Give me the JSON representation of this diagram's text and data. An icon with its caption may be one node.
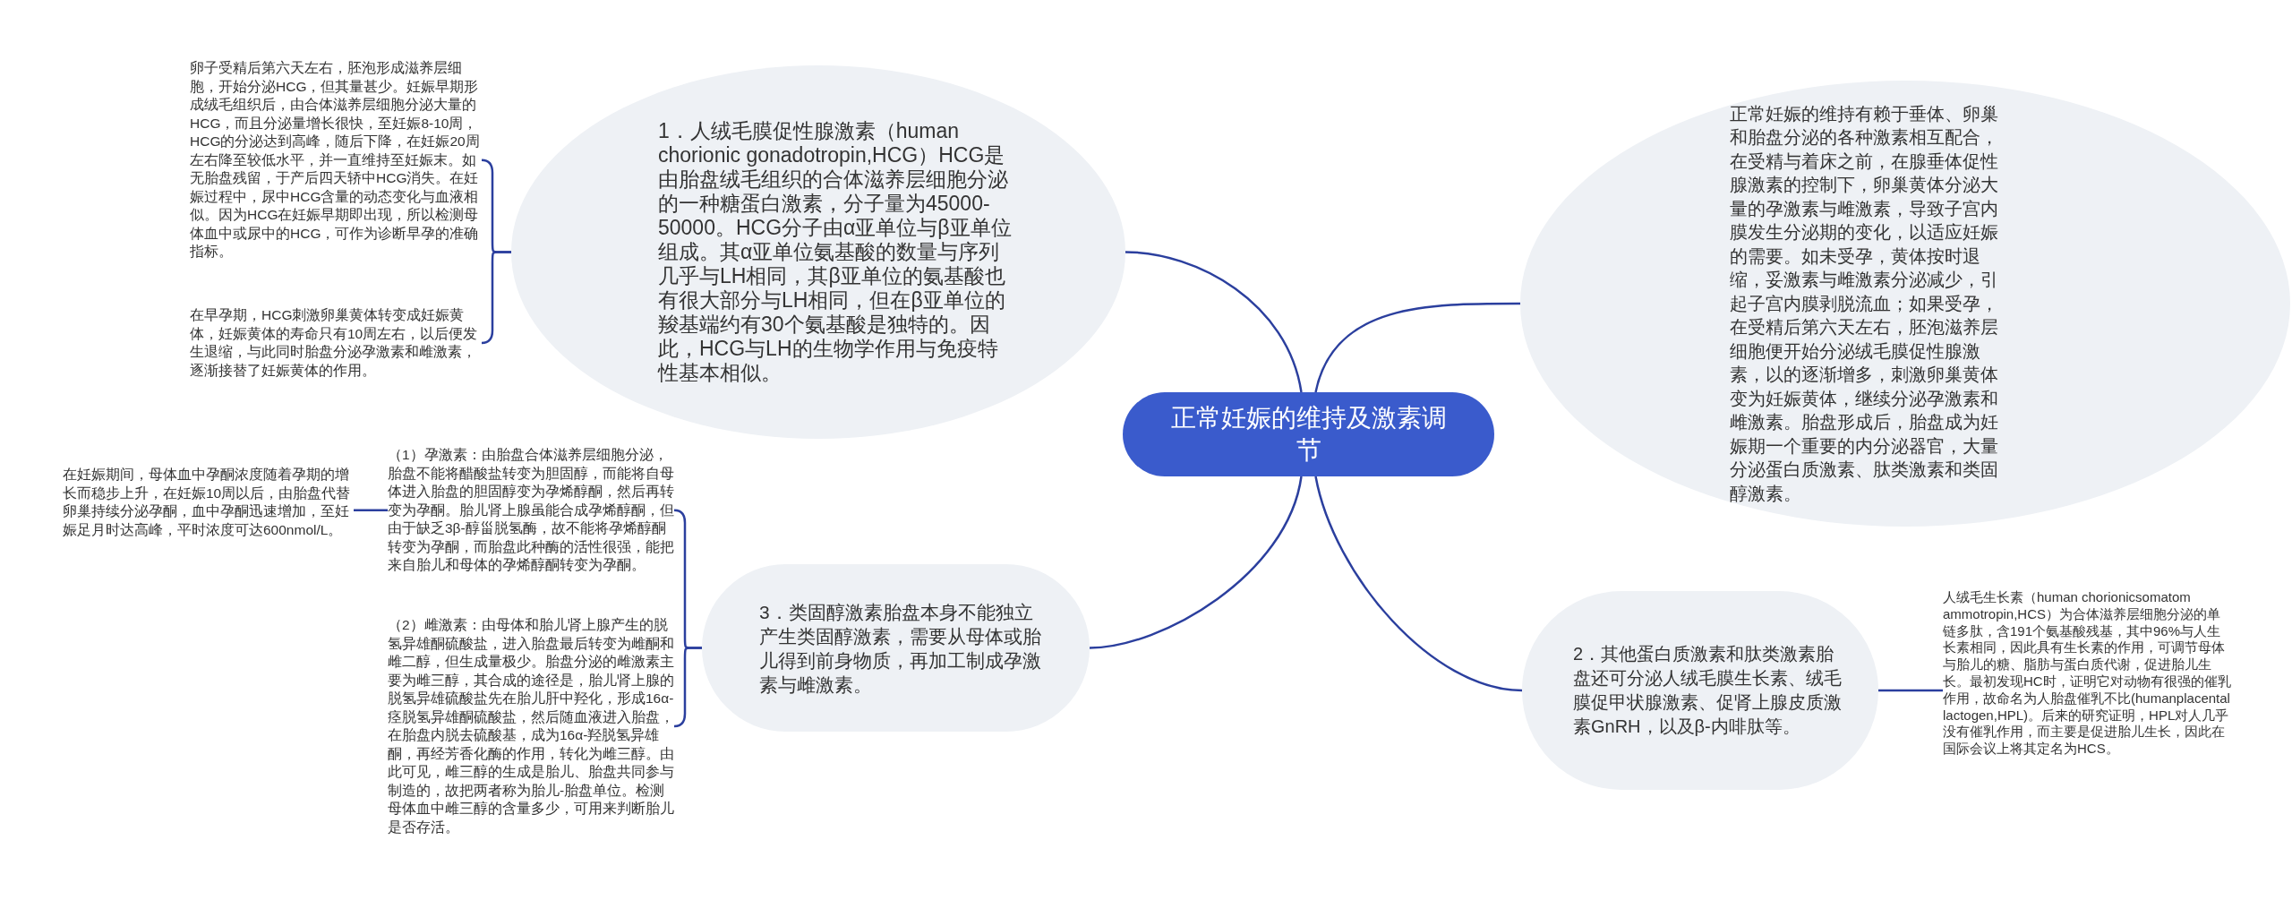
{
  "diagram": {
    "nodes": [
      {
        "text": [
          "正常妊娠的维持及激素调节"
        ]
      },
      {
        "text": [
          "1．人绒毛膜促性腺激素（human chorionic gonadotropin,HCG）HCG是由胎盘绒毛组织的合体滋养层细胞分泌的一种糖蛋白激素，分子量为45000-50000。HCG分子由α亚单位与β亚单位组成。其α亚单位氨基酸的数量与序列几乎与LH相同，其β亚单位的氨基酸也有很大部分与LH相同，但在β亚单位的羧基端约有30个氨基酸是独特的。因此，HCG与LH的生物学作用与免疫特性基本相似。"
        ]
      },
      {
        "text": [
          "卵子受精后第六天左右，胚泡形成滋养层细胞，开始分泌HCG，但其量甚少。妊娠早期形成绒毛组织后，由合体滋养层细胞分泌大量的HCG，而且分泌量增长很快，至妊娠8-10周，HCG的分泌达到高峰，随后下降，在妊娠20周左右降至较低水平，并一直维持至妊娠末。如无胎盘残留，于产后四天轿中HCG消失。在妊娠过程中，尿中HCG含量的动态变化与血液相似。因为HCG在妊娠早期即出现，所以检测母体血中或尿中的HCG，可作为诊断早孕的准确指标。"
        ]
      },
      {
        "text": [
          "在早孕期，HCG刺激卵巢黄体转变成妊娠黄体，妊娠黄体的寿命只有10周左右，以后便发生退缩，与此同时胎盘分泌孕激素和雌激素，逐渐接替了妊娠黄体的作用。"
        ]
      },
      {
        "text": [
          "正常妊娠的维持有赖于垂体、卵巢和胎盘分泌的各种激素相互配合，在受精与着床之前，在腺垂体促性腺激素的控制下，卵巢黄体分泌大量的孕激素与雌激素，导致子宫内膜发生分泌期的变化，以适应妊娠的需要。如未受孕，黄体按时退缩，妥激素与雌激素分泌减少，引起子宫内膜剥脱流血；如果受孕，在受精后第六天左右，胚泡滋养层细胞便开始分泌绒毛膜促性腺激素，以的逐渐增多，刺激卵巢黄体变为妊娠黄体，继续分泌孕激素和雌激素。胎盘形成后，胎盘成为妊娠期一个重要的内分泌器官，大量分泌蛋白质激素、肽类激素和类固醇激素。"
        ]
      },
      {
        "text": [
          "2．其他蛋白质激素和肽类激素胎盘还可分泌人绒毛膜生长素、绒毛膜促甲状腺激素、促肾上腺皮质激素GnRH，以及β-内啡肽等。"
        ]
      },
      {
        "text": [
          "人绒毛生长素（human chorionicsomatom ammotropin,HCS）为合体滋养层细胞分泌的单链多肽，含191个氨基酸残基，其中96%与人生长素相同，因此具有生长素的作用，可调节母体与胎儿的糖、脂肪与蛋白质代谢，促进胎儿生长。最初发现HC时，证明它对动物有很强的催乳作用，故命名为人胎盘催乳不比(humanplacental lactogen,HPL)。后来的研究证明，HPL对人几乎没有催乳作用，而主要是促进胎儿生长，因此在国际会议上将其定名为HCS。"
        ]
      },
      {
        "text": [
          "3．类固醇激素胎盘本身不能独立产生类固醇激素，需要从母体或胎儿得到前身物质，再加工制成孕激素与雌激素。"
        ]
      },
      {
        "text": [
          "（1）孕激素：由胎盘合体滋养层细胞分泌，胎盘不能将醋酸盐转变为胆固醇，而能将自母体进入胎盘的胆固醇变为孕烯醇酮，然后再转变为孕酮。胎儿肾上腺虽能合成孕烯醇酮，但由于缺乏3β-醇甾脱氢酶，故不能将孕烯醇酮转变为孕酮，而胎盘此种酶的活性很强，能把来自胎儿和母体的孕烯醇酮转变为孕酮。"
        ]
      },
      {
        "text": [
          "（2）雌激素：由母体和胎儿肾上腺产生的脱氢异雄酮硫酸盐，进入胎盘最后转变为雌酮和雌二醇，但生成量极少。胎盘分泌的雌激素主要为雌三醇，其合成的途径是，胎儿肾上腺的脱氢异雄硫酸盐先在胎儿肝中羟化，形成16α-痉脱氢异雄酮硫酸盐，然后随血液进入胎盘，在胎盘内脱去硫酸基，成为16α-羟脱氢异雄酮，再经芳香化酶的作用，转化为雌三醇。由此可见，雌三醇的生成是胎儿、胎盘共同参与制造的，故把两者称为胎儿-胎盘单位。检测母体血中雌三醇的含量多少，可用来判断胎儿是否存活。"
        ]
      },
      {
        "text": [
          "在妊娠期间，母体血中孕酮浓度随着孕期的增长而稳步上升，在妊娠10周以后，由胎盘代替卵巢持续分泌孕酮，血中孕酮迅速增加，至妊娠足月时达高峰，平时浓度可达600nmol/L。"
        ]
      }
    ],
    "edges": [
      {
        "from": 0,
        "to": 1,
        "arrow": "none"
      },
      {
        "from": 1,
        "to": 2,
        "arrow": "none"
      },
      {
        "from": 1,
        "to": 3,
        "arrow": "none"
      },
      {
        "from": 0,
        "to": 4,
        "arrow": "none"
      },
      {
        "from": 0,
        "to": 5,
        "arrow": "none"
      },
      {
        "from": 5,
        "to": 6,
        "arrow": "none"
      },
      {
        "from": 0,
        "to": 7,
        "arrow": "none"
      },
      {
        "from": 7,
        "to": 8,
        "arrow": "none"
      },
      {
        "from": 7,
        "to": 9,
        "arrow": "none"
      },
      {
        "from": 8,
        "to": 10,
        "arrow": "none"
      }
    ]
  }
}
